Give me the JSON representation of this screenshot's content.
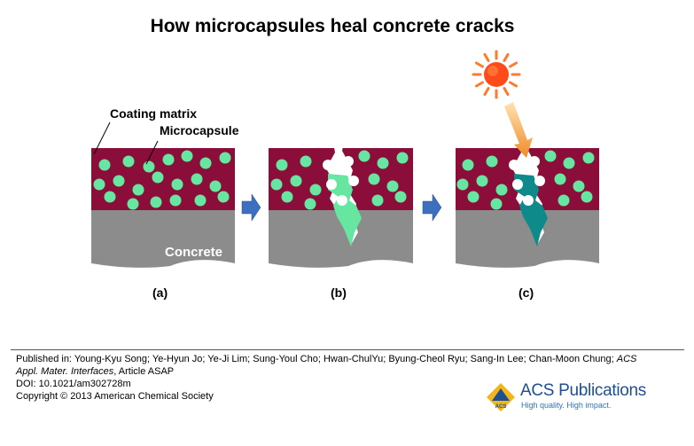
{
  "title": "How microcapsules heal concrete cracks",
  "labels": {
    "coating_matrix": "Coating matrix",
    "microcapsule": "Microcapsule",
    "concrete": "Concrete"
  },
  "panels": [
    "(a)",
    "(b)",
    "(c)"
  ],
  "colors": {
    "matrix": "#8b0e3a",
    "capsule": "#66e6a0",
    "concrete": "#8c8c8c",
    "healed": "#0f8a8a",
    "arrow": "#3d6fbf",
    "sun": "#ff5a1f"
  },
  "citation": {
    "line1_pre": "Published in: Young-Kyu Song; Ye-Hyun Jo; Ye-Ji Lim; Sung-Youl Cho; Hwan-ChulYu; Byung-Cheol Ryu; Sang-In Lee; Chan-Moon Chung; ",
    "line1_journal": "ACS",
    "line2_journal": "Appl. Mater. Interfaces",
    "line2_post": ", Article ASAP",
    "doi": "DOI: 10.1021/am302728m",
    "copyright": "Copyright © 2013 American Chemical Society"
  },
  "logo": {
    "name": "ACS Publications",
    "tagline": "High quality. High impact.",
    "emblem_text": "ACS"
  }
}
